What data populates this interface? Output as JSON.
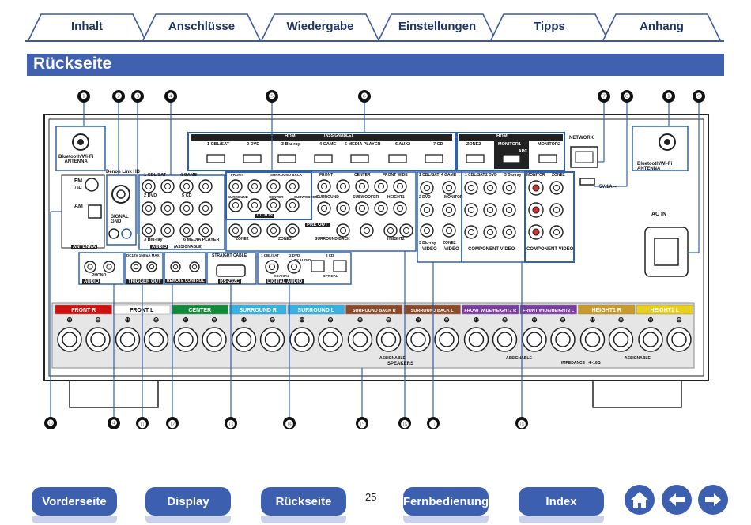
{
  "tabs": [
    {
      "label": "Inhalt"
    },
    {
      "label": "Anschlüsse"
    },
    {
      "label": "Wiedergabe"
    },
    {
      "label": "Einstellungen"
    },
    {
      "label": "Tipps"
    },
    {
      "label": "Anhang"
    }
  ],
  "title": "Rückseite",
  "callouts": [
    "❶",
    "❷",
    "❸",
    "❹",
    "❺",
    "❻",
    "❼",
    "❽",
    "❶",
    "❾",
    "❿",
    "❹",
    "⓫",
    "⓬",
    "⓭",
    "⓮",
    "⓯",
    "⓰",
    "⓱",
    "⓲"
  ],
  "panel": {
    "antenna_left": "Bluetooth/Wi-Fi\nANTENNA",
    "antenna_right": "Bluetooth/Wi-Fi\nANTENNA",
    "denon_link": "Denon Link HD",
    "signal_gnd": "SIGNAL\nGND",
    "fm": "FM",
    "fm_ohm": "75Ω",
    "am": "AM",
    "antenna": "ANTENNA",
    "hdmi_in": "HDMI",
    "hdmi_in_sub": "(ASSIGNABLE)",
    "hdmi_in_ports": [
      "1 CBL/SAT",
      "2 DVD",
      "3 Blu-ray",
      "4 GAME",
      "5 MEDIA PLAYER",
      "6 AUX2",
      "7 CD"
    ],
    "hdmi_out": "HDMI",
    "hdmi_out_ports": [
      "ZONE2",
      "MONITOR1",
      "MONITOR2"
    ],
    "arc": "ARC",
    "network": "NETWORK",
    "usb": "5V/1A ⎓",
    "ac_in": "AC IN",
    "audio_in_labels": [
      "1 CBL/SAT",
      "4 GAME",
      "2 DVD",
      "5 CD",
      "3 Blu-ray",
      "6 MEDIA PLAYER"
    ],
    "audio_in": "AUDIO",
    "audio_in_sub": "(ASSIGNABLE)",
    "in_7ch_labels": [
      "FRONT",
      "SURROUND BACK",
      "SURROUND",
      "CENTER",
      "SUBWOOFER"
    ],
    "in_7ch": "7.1CH IN",
    "pre_out_labels": [
      "FRONT",
      "CENTER",
      "FRONT WIDE",
      "SURROUND",
      "SUBWOOFER",
      "HEIGHT1",
      "ZONE2",
      "ZONE3",
      "SURROUND BACK",
      "HEIGHT2"
    ],
    "pre_out": "PRE OUT",
    "video_labels": [
      "1 CBL/SAT",
      "4 GAME",
      "2 DVD",
      "MONITOR",
      "3 Blu-ray",
      "ZONE2"
    ],
    "video_in": "VIDEO",
    "video_out": "VIDEO",
    "component_labels": [
      "1 CBL/SAT",
      "2 DVD",
      "3 Blu-ray",
      "MONITOR",
      "ZONE2"
    ],
    "component_in": "COMPONENT VIDEO",
    "component_out": "COMPONENT VIDEO",
    "phono": "PHONO",
    "audio_phono": "AUDIO",
    "trigger": "DC12V 150mA MAX.",
    "trigger_out": "TRIGGER OUT",
    "remote": "REMOTE CONTROL",
    "rs232_top": "STRAIGHT CABLE",
    "rs232": "RS-232C",
    "digital_labels": [
      "1 CBL/SAT",
      "2 DVD",
      "1 TV AUDIO",
      "2 CD"
    ],
    "coaxial": "COAXIAL",
    "optical": "OPTICAL",
    "digital_audio": "DIGITAL AUDIO",
    "speakers": [
      "FRONT",
      "FRONT",
      "CENTER",
      "SURROUND",
      "SURROUND",
      "SURROUND BACK",
      "SURROUND BACK",
      "FRONT WIDE/HEIGHT2",
      "FRONT WIDE/HEIGHT2",
      "HEIGHT1",
      "HEIGHT1"
    ],
    "speaker_sides": [
      "R",
      "L",
      "",
      "R",
      "L",
      "R",
      "L",
      "R",
      "L",
      "R",
      "L"
    ],
    "speakers_label": "SPEAKERS",
    "assignable": "ASSIGNABLE",
    "impedance": "IMPEDANCE : 4~16Ω"
  },
  "colors": {
    "front_r": "#cc1111",
    "front_l": "#ffffff",
    "center": "#138a3a",
    "surround": "#3ab0e0",
    "surround_back": "#8a4a2a",
    "front_wide": "#7a3ca0",
    "height1": "#c89a30",
    "height1_l": "#e8d020",
    "accent": "#4060b0"
  },
  "nav": {
    "buttons": [
      "Vorderseite",
      "Display",
      "Rückseite",
      "Fernbedienung",
      "Index"
    ],
    "page": "25"
  }
}
